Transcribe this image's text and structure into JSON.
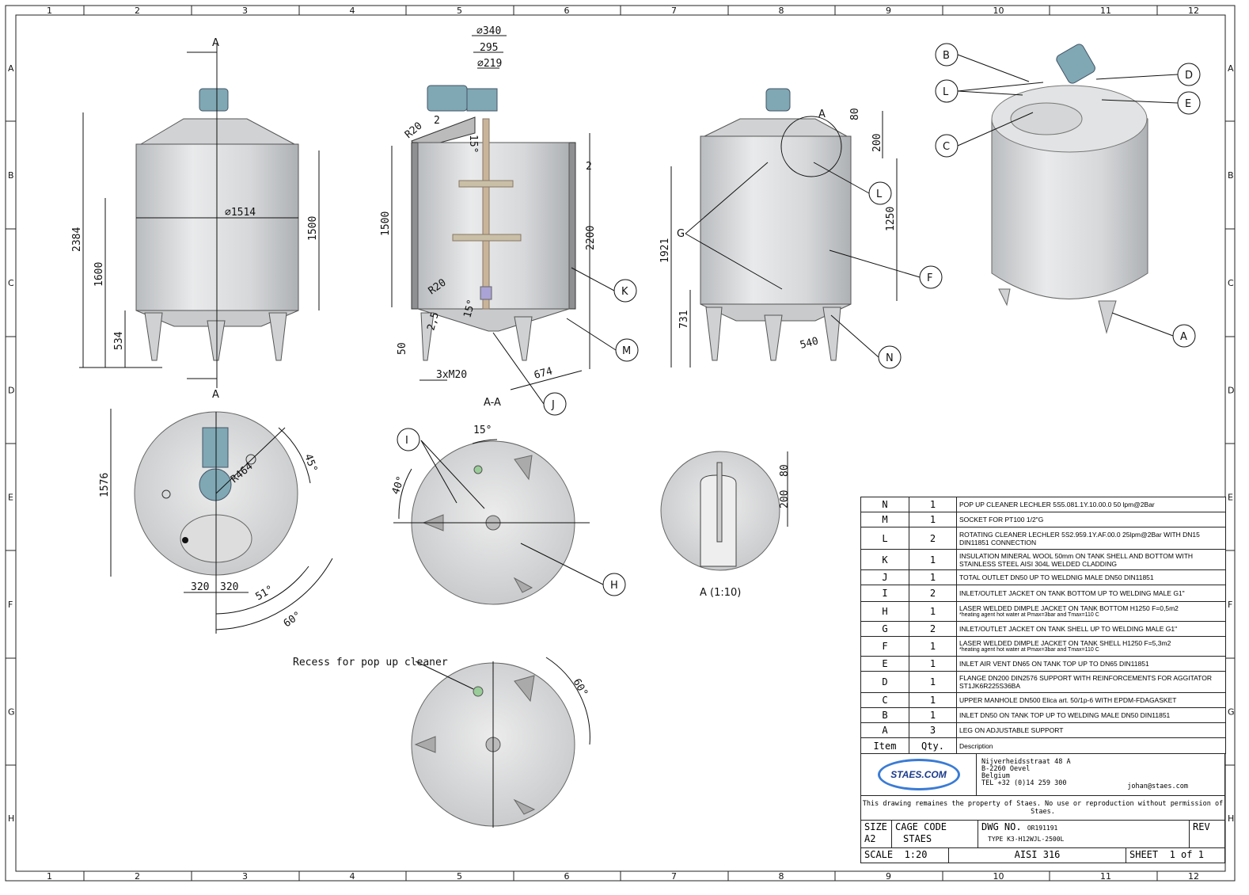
{
  "frame": {
    "columns": [
      "1",
      "2",
      "3",
      "4",
      "5",
      "6",
      "7",
      "8",
      "9",
      "10",
      "11",
      "12"
    ],
    "rows": [
      "A",
      "B",
      "C",
      "D",
      "E",
      "F",
      "G",
      "H"
    ]
  },
  "front_view": {
    "section_mark": "A",
    "dims": {
      "overall_height": "2384",
      "to_bottom": "1600",
      "leg_height": "534",
      "shell_height": "1500",
      "diameter": "⌀1514"
    }
  },
  "section_view": {
    "title": "A-A",
    "dims": {
      "d340": "⌀340",
      "w295": "295",
      "d219": "⌀219",
      "r_top": "R20",
      "t_top": "2",
      "a_top": "15°",
      "wall": "2",
      "shell": "1500",
      "overall": "2200",
      "r_bottom": "R20",
      "t_bottom": "2,5",
      "a_bottom": "15°",
      "foot": "50",
      "bolts": "3xM20",
      "leg_span": "674"
    },
    "callouts": [
      "K",
      "M",
      "J"
    ]
  },
  "side_view": {
    "section_mark": "A",
    "dims": {
      "d80": "80",
      "d200": "200",
      "d1250": "1250",
      "d1921": "1921",
      "d731": "731",
      "d540": "540"
    },
    "callouts": [
      "G",
      "L",
      "F",
      "N"
    ]
  },
  "iso_view": {
    "callouts": [
      "B",
      "L",
      "C",
      "D",
      "E",
      "A"
    ]
  },
  "top_view": {
    "dims": {
      "dia": "1576",
      "r": "R464",
      "a45": "45°",
      "x1": "320",
      "x2": "320",
      "a51": "51°",
      "a60": "60°"
    }
  },
  "bottom_view": {
    "dims": {
      "a15": "15°",
      "a40": "40°"
    },
    "callouts": [
      "I",
      "H"
    ]
  },
  "detail_view": {
    "title": "A (1:10)",
    "dims": {
      "d80": "80",
      "d200": "200"
    }
  },
  "bottom_view_2": {
    "note": "Recess for pop up cleaner",
    "dims": {
      "a60": "60°"
    }
  },
  "parts": [
    {
      "item": "N",
      "qty": "1",
      "desc": "POP UP CLEANER LECHLER 5S5.081.1Y.10.00.0   50 lpm@2Bar"
    },
    {
      "item": "M",
      "qty": "1",
      "desc": "SOCKET FOR  PT100 1/2\"G"
    },
    {
      "item": "L",
      "qty": "2",
      "desc": "ROTATING CLEANER LECHLER 5S2.959.1Y.AF.00.0   25lpm@2Bar WITH DN15 DIN11851 CONNECTION"
    },
    {
      "item": "K",
      "qty": "1",
      "desc": "INSULATION MINERAL WOOL 50mm ON TANK SHELL AND BOTTOM WITH STAINLESS STEEL AISI 304L WELDED CLADDING"
    },
    {
      "item": "J",
      "qty": "1",
      "desc": "TOTAL OUTLET DN50 UP TO WELDNIG MALE DN50 DIN11851"
    },
    {
      "item": "I",
      "qty": "2",
      "desc": "INLET/OUTLET JACKET ON TANK BOTTOM UP TO WELDING MALE G1\""
    },
    {
      "item": "H",
      "qty": "1",
      "desc": "LASER WELDED DIMPLE JACKET ON TANK BOTTOM H1250 F=0,5m2",
      "note": "*heating agent hot water at Pmax=3bar and Tmax=110 C"
    },
    {
      "item": "G",
      "qty": "2",
      "desc": "INLET/OUTLET JACKET ON TANK SHELL UP TO WELDING MALE G1\""
    },
    {
      "item": "F",
      "qty": "1",
      "desc": "LASER WELDED DIMPLE JACKET ON TANK SHELL H1250 F=5,3m2",
      "note": "*heating agent hot water at Pmax=3bar and Tmax=110 C"
    },
    {
      "item": "E",
      "qty": "1",
      "desc": "INLET AIR VENT DN65 ON TANK TOP UP TO DN65 DIN11851"
    },
    {
      "item": "D",
      "qty": "1",
      "desc": "FLANGE DN200 DIN2576 SUPPORT WITH REINFORCEMENTS FOR AGGITATOR  ST1JK6R225S36BA"
    },
    {
      "item": "C",
      "qty": "1",
      "desc": "UPPER MANHOLE DN500 Elica art. 50/1p-6 WITH EPDM-FDAGASKET"
    },
    {
      "item": "B",
      "qty": "1",
      "desc": "INLET DN50 ON TANK TOP UP TO WELDING MALE DN50 DIN11851"
    },
    {
      "item": "A",
      "qty": "3",
      "desc": "LEG ON ADJUSTABLE SUPPORT"
    }
  ],
  "parts_header": {
    "item": "Item",
    "qty": "Qty.",
    "desc": "Description"
  },
  "title_block": {
    "logo": "STAES.COM",
    "address": [
      "Nijverheidsstraat 48 A",
      "B-2260 Oevel",
      "Belgium",
      "TEL +32 (0)14 259 300"
    ],
    "email": "johan@staes.com",
    "notice": "This drawing remaines the property of Staes. No use or reproduction without permission of Staes.",
    "size_label": "SIZE",
    "size": "A2",
    "cage_label": "CAGE CODE",
    "cage": "STAES",
    "dwg_label": "DWG NO.",
    "dwg_no": "OR191191",
    "type": "TYPE K3-H12WJL-2500L",
    "rev_label": "REV",
    "scale_label": "SCALE",
    "scale": "1:20",
    "material": "AISI 316",
    "sheet_label": "SHEET",
    "sheet": "1 of 1"
  },
  "colors": {
    "steel": "#d4d6d8",
    "motor": "#7fa8b4",
    "logo_ring": "#3a7bd5"
  }
}
